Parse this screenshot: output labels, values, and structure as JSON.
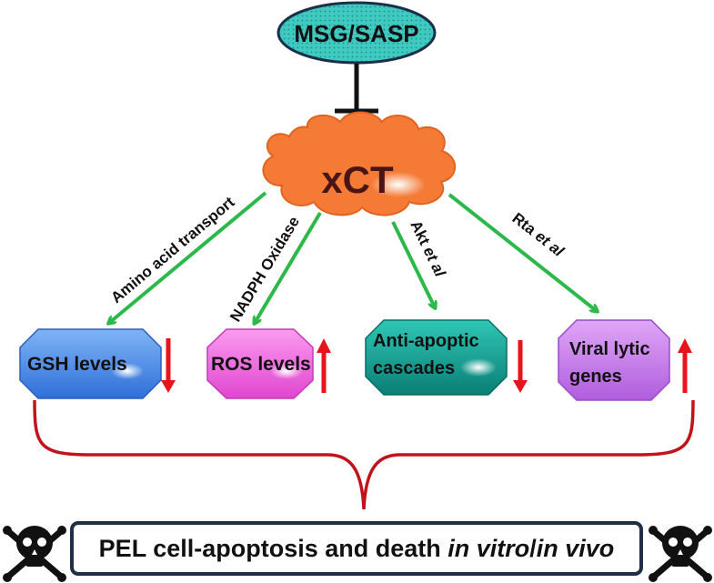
{
  "top_node": {
    "label": "MSG/SASP",
    "color": "#3fc9c0"
  },
  "center_node": {
    "label": "xCT",
    "color": "#f47a36"
  },
  "pathways": [
    {
      "label": "Amino acid transport"
    },
    {
      "label": "NADPH Oxidase"
    },
    {
      "label_main": "Akt ",
      "label_italic": "et al"
    },
    {
      "label_main": "Rta ",
      "label_italic": "et al"
    }
  ],
  "outcomes": [
    {
      "line1": "GSH levels",
      "line2": "",
      "direction": "down",
      "color": "#4a90e8"
    },
    {
      "line1": "ROS levels",
      "line2": "",
      "direction": "up",
      "color": "#f06ad8"
    },
    {
      "line1": "Anti-apoptic",
      "line2": "cascades",
      "direction": "down",
      "color": "#16a89a"
    },
    {
      "line1": "Viral lytic",
      "line2": "genes",
      "direction": "up",
      "color": "#c57be6"
    }
  ],
  "result": {
    "text_main": "PEL cell-apoptosis and death ",
    "text_italic_1": "in vitro",
    "text_sep": "/",
    "text_italic_2": "in vivo"
  },
  "colors": {
    "arrow": "#2db84a",
    "indicator": "#e8141b",
    "brace": "#c0141b",
    "frame": "#1f2f45"
  },
  "icons": [
    "skull-crossbones-icon",
    "skull-crossbones-icon"
  ]
}
